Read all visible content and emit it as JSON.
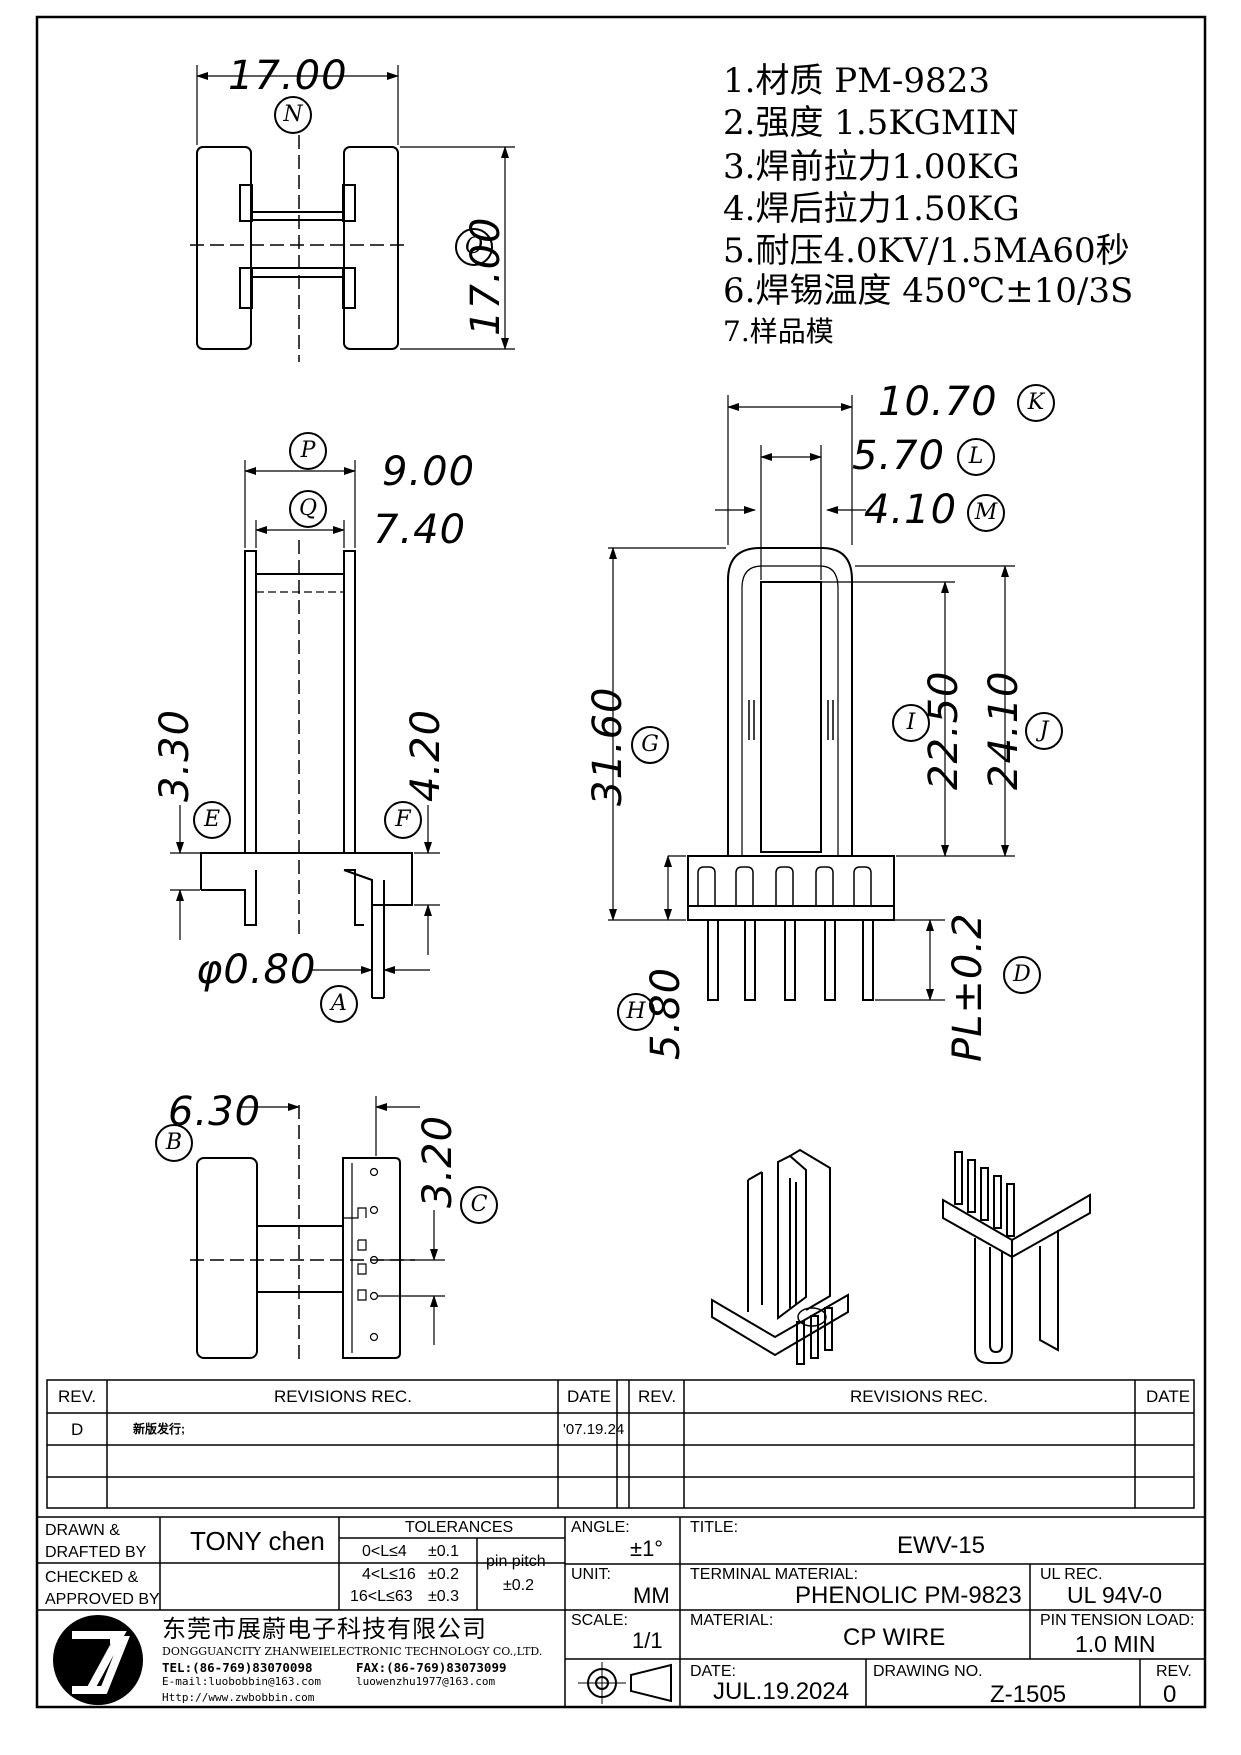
{
  "notes": [
    "1.材质 PM-9823",
    "2.强度 1.5KGMIN",
    "3.焊前拉力1.00KG",
    "4.焊后拉力1.50KG",
    "5.耐压4.0KV/1.5MA60秒",
    "6.焊锡温度 450℃±10/3S",
    "7.样品模"
  ],
  "dims": {
    "N": "17.00",
    "O": "17.00",
    "P": "9.00",
    "Q": "7.40",
    "E": "3.30",
    "F": "4.20",
    "A": "φ0.80",
    "K": "10.70",
    "L": "5.70",
    "M": "4.10",
    "G": "31.60",
    "I": "22.50",
    "J": "24.10",
    "H": "5.80",
    "D": "PL±0.2",
    "B": "6.30",
    "C": "3.20"
  },
  "callouts": {
    "A": "A",
    "B": "B",
    "C": "C",
    "D": "D",
    "E": "E",
    "F": "F",
    "G": "G",
    "H": "H",
    "I": "I",
    "J": "J",
    "K": "K",
    "L": "L",
    "M": "M",
    "N": "N",
    "O": "O",
    "P": "P",
    "Q": "Q"
  },
  "revisions": {
    "headers": {
      "rev": "REV.",
      "rec": "REVISIONS   REC.",
      "date": "DATE"
    },
    "rows": [
      {
        "rev": "D",
        "rec": "新版发行;",
        "date": "'07.19.24"
      }
    ]
  },
  "title_block": {
    "drawn_label": "DRAWN &\nDRAFTED BY",
    "drawn_value": "TONY chen",
    "checked_label": "CHECKED &\nAPPROVED BY",
    "tolerances_label": "TOLERANCES",
    "tol_rows": [
      {
        "range": "0<L≤4",
        "tol": "±0.1"
      },
      {
        "range": "4<L≤16",
        "tol": "±0.2"
      },
      {
        "range": "16<L≤63",
        "tol": "±0.3"
      }
    ],
    "pin_pitch_label": "pin pitch",
    "pin_pitch_value": "±0.2",
    "angle_label": "ANGLE:",
    "angle_value": "±1°",
    "unit_label": "UNIT:",
    "unit_value": "MM",
    "scale_label": "SCALE:",
    "scale_value": "1/1",
    "title_label": "TITLE:",
    "title_value": "EWV-15",
    "terminal_label": "TERMINAL MATERIAL:",
    "terminal_value": "PHENOLIC PM-9823",
    "ul_label": "UL REC.",
    "ul_value": "UL 94V-0",
    "material_label": "MATERIAL:",
    "material_value": "CP WIRE",
    "pin_tension_label": "PIN TENSION LOAD:",
    "pin_tension_value": "1.0 MIN",
    "date_label": "DATE:",
    "date_value": "JUL.19.2024",
    "drawing_no_label": "DRAWING NO.",
    "drawing_no_value": "Z-1505",
    "rev_label": "REV.",
    "rev_value": "0"
  },
  "company": {
    "name_cn": "东莞市展蔚电子科技有限公司",
    "name_en": "DONGGUANCITY ZHANWEIELECTRONIC TECHNOLOGY CO.,LTD.",
    "tel": "TEL:(86-769)83070098",
    "fax": "FAX:(86-769)83073099",
    "email": "E-mail:luobobbin@163.com",
    "email2": "luowenzhu1977@163.com",
    "web": "Http://www.zwbobbin.com"
  }
}
